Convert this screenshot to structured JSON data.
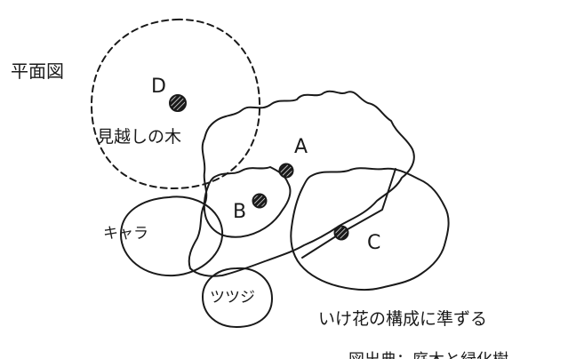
{
  "diagram": {
    "heading": "平面図",
    "labels": {
      "a": "A",
      "b": "B",
      "c": "C",
      "d": "D",
      "mikoshi": "見越しの木",
      "kyara": "キャラ",
      "tsutsuji": "ツツジ",
      "ikebana": "いけ花の構成に準ずる",
      "credit": "図出典：庭木と緑化樹"
    }
  },
  "colors": {
    "ink": "#1a1a1a",
    "background": "#ffffff"
  }
}
